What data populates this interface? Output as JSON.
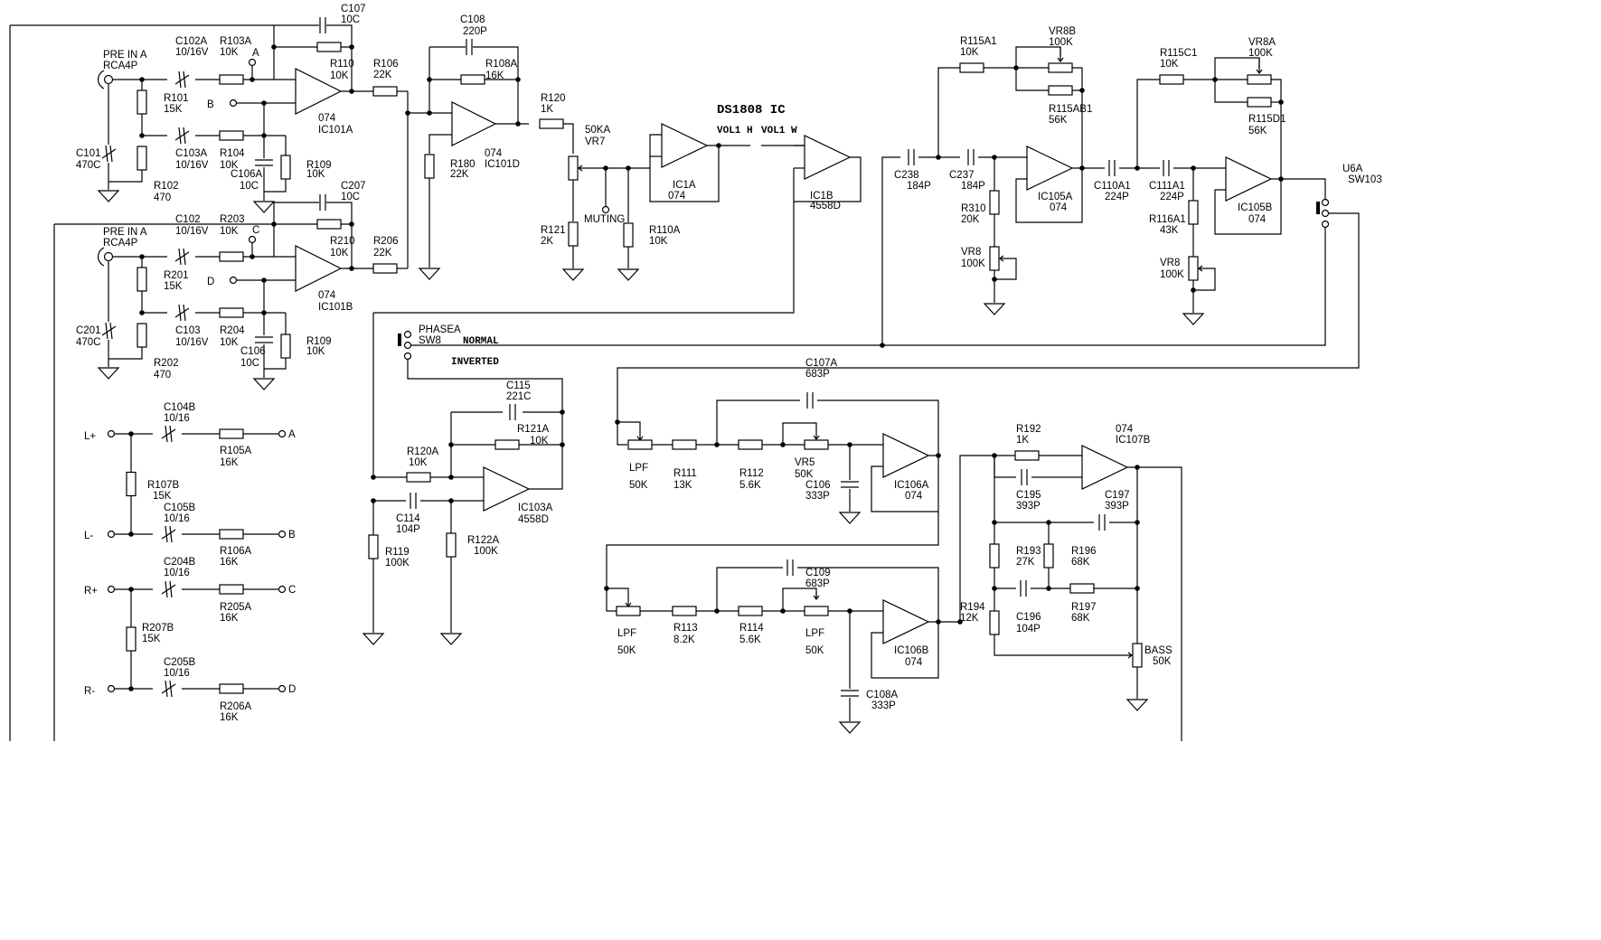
{
  "labels": {
    "pre_in_a": "PRE IN A",
    "rca4p_1": "RCA4P",
    "pre_in_a_2": "PRE IN A",
    "rca4p_2": "RCA4P",
    "c102a": "C102A",
    "c102a_v": "10/16V",
    "r103a": "R103A",
    "r103a_v": "10K",
    "node_a": "A",
    "c107": "C107",
    "c107_v": "10C",
    "r110": "R110",
    "r110_v": "10K",
    "r106": "R106",
    "r106_v": "22K",
    "r101": "R101",
    "r101_v": "15K",
    "node_b": "B",
    "ic101a_t": "074",
    "ic101a": "IC101A",
    "c101": "C101",
    "c101_v": "470C",
    "c103a": "C103A",
    "c103a_v": "10/16V",
    "r104": "R104",
    "r104_v": "10K",
    "c106a": "C106A",
    "c106a_v": "10C",
    "r109_1": "R109",
    "r109_1v": "10K",
    "r102": "R102",
    "r102_v": "470",
    "c207": "C207",
    "c207_v": "10C",
    "c102": "C102",
    "c102_v": "10/16V",
    "r203": "R203",
    "r203_v": "10K",
    "node_c": "C",
    "r210": "R210",
    "r210_v": "10K",
    "r206": "R206",
    "r206_v": "22K",
    "r201": "R201",
    "r201_v": "15K",
    "node_d": "D",
    "ic101b_t": "074",
    "ic101b": "IC101B",
    "c201": "C201",
    "c201_v": "470C",
    "c103": "C103",
    "c103_v": "10/16V",
    "r204": "R204",
    "r204_v": "10K",
    "c106": "C106",
    "c106_v": "10C",
    "r109_2": "R109",
    "r109_2v": "10K",
    "r202": "R202",
    "r202_v": "470",
    "c108": "C108",
    "c108_v": "220P",
    "r108a": "R108A",
    "r108a_v": "16K",
    "r180": "R180",
    "r180_v": "22K",
    "ic101d_t": "074",
    "ic101d": "IC101D",
    "r120": "R120",
    "r120_v": "1K",
    "vr7_v": "50KA",
    "vr7": "VR7",
    "r121": "R121",
    "r121_v": "2K",
    "muting": "MUTING",
    "r110a": "R110A",
    "r110a_v": "10K",
    "ic1a": "IC1A",
    "ic1a_t": "074",
    "ds1808": "DS1808 IC",
    "vol1h": "VOL1 H",
    "vol1w": "VOL1 W",
    "ic1b": "IC1B",
    "ic1b_t": "4558D",
    "r115a1": "R115A1",
    "r115a1_v": "10K",
    "vr8b": "VR8B",
    "vr8b_v": "100K",
    "r115ab1": "R115AB1",
    "r115ab1_v": "56K",
    "c238": "C238",
    "c238_v": "184P",
    "c237": "C237",
    "c237_v": "184P",
    "ic105a": "IC105A",
    "ic105a_t": "074",
    "r310": "R310",
    "r310_v": "20K",
    "vr8_1": "VR8",
    "vr8_1v": "100K",
    "c110a1": "C110A1",
    "c110a1_v": "224P",
    "c111a1": "C111A1",
    "c111a1_v": "224P",
    "r115c1": "R115C1",
    "r115c1_v": "10K",
    "vr8a": "VR8A",
    "vr8a_v": "100K",
    "r115d1": "R115D1",
    "r115d1_v": "56K",
    "ic105b": "IC105B",
    "ic105b_t": "074",
    "r116a1": "R116A1",
    "r116a1_v": "43K",
    "vr8_2": "VR8",
    "vr8_2v": "100K",
    "u6a": "U6A",
    "sw103": "SW103",
    "phasea": "PHASEA",
    "sw8": "SW8",
    "normal": "NORMAL",
    "inverted": "INVERTED",
    "c115": "C115",
    "c115_v": "221C",
    "r121a": "R121A",
    "r121a_v": "10K",
    "r120a": "R120A",
    "r120a_v": "10K",
    "c114": "C114",
    "c114_v": "104P",
    "ic103a": "IC103A",
    "ic103a_t": "4558D",
    "r119": "R119",
    "r119_v": "100K",
    "r122a": "R122A",
    "r122a_v": "100K",
    "c107a": "C107A",
    "c107a_v": "683P",
    "lpf1": "LPF",
    "lpf1_v": "50K",
    "r111": "R111",
    "r111_v": "13K",
    "r112": "R112",
    "r112_v": "5.6K",
    "vr5": "VR5",
    "vr5_v": "50K",
    "c106b": "C106",
    "c106b_v": "333P",
    "ic106a": "IC106A",
    "ic106a_t": "074",
    "c109": "C109",
    "c109_v": "683P",
    "lpf2": "LPF",
    "lpf2_v": "50K",
    "r113": "R113",
    "r113_v": "8.2K",
    "r114": "R114",
    "r114_v": "5.6K",
    "lpf3": "LPF",
    "lpf3_v": "50K",
    "ic106b": "IC106B",
    "ic106b_t": "074",
    "c108a": "C108A",
    "c108a_v": "333P",
    "r192": "R192",
    "r192_v": "1K",
    "ic107b_t": "074",
    "ic107b": "IC107B",
    "c195": "C195",
    "c195_v": "393P",
    "c197": "C197",
    "c197_v": "393P",
    "r193": "R193",
    "r193_v": "27K",
    "r196": "R196",
    "r196_v": "68K",
    "r194": "R194",
    "r194_v": "12K",
    "c196": "C196",
    "c196_v": "104P",
    "r197": "R197",
    "r197_v": "68K",
    "bass": "BASS",
    "bass_v": "50K",
    "lplus": "L+",
    "c104b": "C104B",
    "c104b_v": "10/16",
    "r105a": "R105A",
    "r105a_v": "16K",
    "out_a": "A",
    "r107b": "R107B",
    "r107b_v": "15K",
    "c105b": "C105B",
    "c105b_v": "10/16",
    "lminus": "L-",
    "r106a": "R106A",
    "r106a_v": "16K",
    "out_b": "B",
    "rplus": "R+",
    "c204b": "C204B",
    "c204b_v": "10/16",
    "r205a": "R205A",
    "r205a_v": "16K",
    "out_c": "C",
    "r207b": "R207B",
    "r207b_v": "15K",
    "c205b": "C205B",
    "c205b_v": "10/16",
    "rminus": "R-",
    "r206a": "R206A",
    "r206a_v": "16K",
    "out_d": "D"
  }
}
